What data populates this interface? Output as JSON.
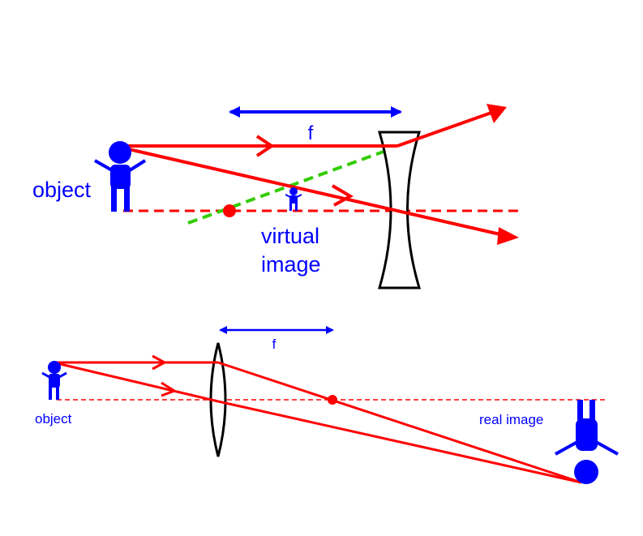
{
  "colors": {
    "ray": "#ff0000",
    "figure": "#0000ff",
    "construction": "#33cc00",
    "lens": "#000000",
    "background": "#ffffff"
  },
  "top_diagram": {
    "focal_label": "f",
    "object_label": "object",
    "image_label_line1": "virtual",
    "image_label_line2": "image",
    "lens_type": "diverging (concave) lens"
  },
  "bottom_diagram": {
    "focal_label": "f",
    "object_label": "object",
    "image_label": "real image",
    "lens_type": "converging (convex) lens"
  }
}
